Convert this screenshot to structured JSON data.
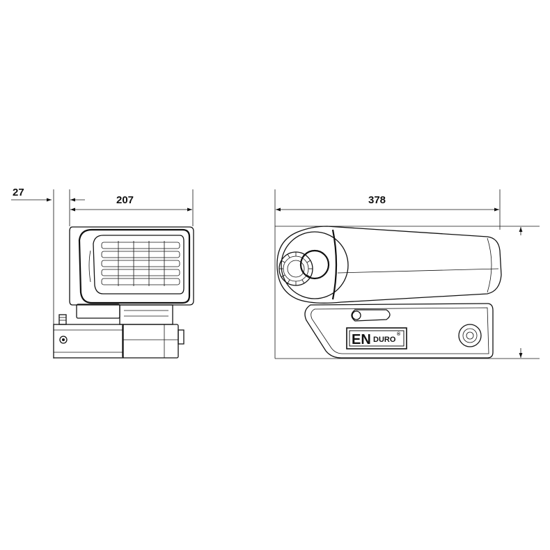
{
  "dimensions": {
    "offset_width": "27",
    "side_width": "207",
    "front_length": "378"
  },
  "logo": {
    "brand_main": "EN",
    "brand_sub": "DURO",
    "mark": "®"
  }
}
